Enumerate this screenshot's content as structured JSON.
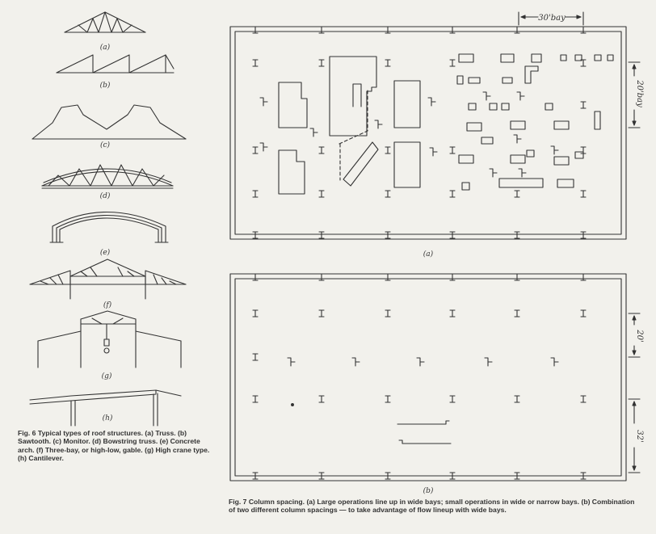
{
  "fig6": {
    "panel_labels": [
      "(a)",
      "(b)",
      "(c)",
      "(d)",
      "(e)",
      "(f)",
      "(g)",
      "(h)"
    ],
    "caption": "Fig. 6   Typical types of roof structures. (a) Truss. (b) Sawtooth. (c) Monitor. (d) Bowstring truss. (e) Concrete arch. (f) Three-bay, or high-low, gable. (g) High crane type. (h) Cantilever."
  },
  "fig7": {
    "panel_labels": [
      "(a)",
      "(b)"
    ],
    "dimensions": {
      "bay_width": "30'bay",
      "bay_depth": "20'bay",
      "narrow_spacing": "20'",
      "wide_spacing": "32'"
    },
    "caption": "Fig. 7   Column spacing. (a) Large operations line up in wide bays; small operations in wide or narrow bays. (b) Combination of two different column spacings — to take advantage of flow lineup with wide bays."
  },
  "colors": {
    "ink": "#333333",
    "paper": "#f2f1ec"
  }
}
